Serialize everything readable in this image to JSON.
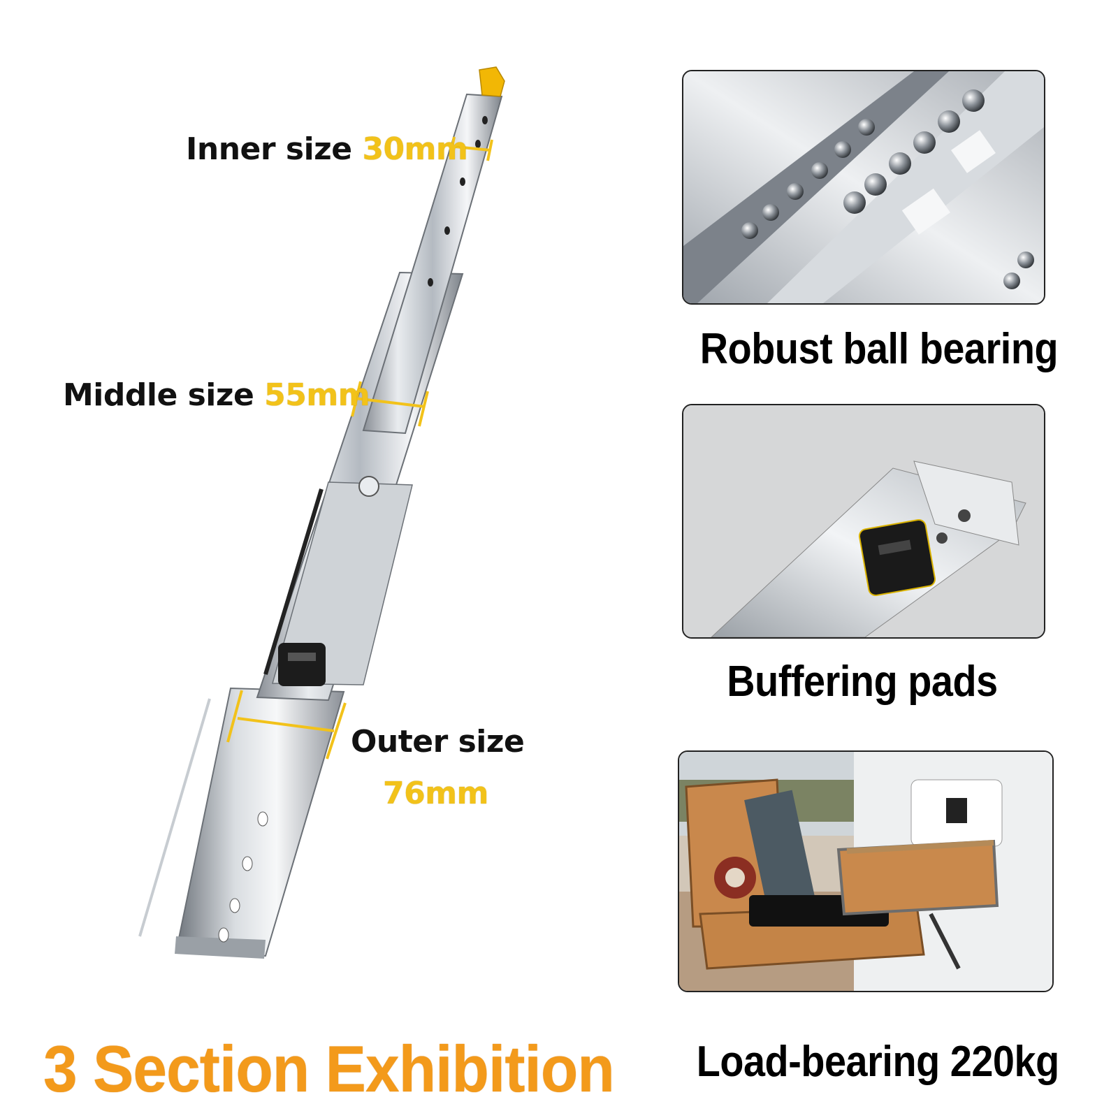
{
  "dimensions": {
    "inner": {
      "label": "Inner size",
      "value": "30mm"
    },
    "middle": {
      "label": "Middle size",
      "value": "55mm"
    },
    "outer": {
      "label": "Outer size",
      "value": "76mm"
    }
  },
  "main_caption": "3 Section Exhibition",
  "features": [
    {
      "caption": "Robust ball bearing",
      "icon": "ball-bearing-photo"
    },
    {
      "caption": "Buffering pads",
      "icon": "buffer-pad-photo"
    },
    {
      "caption": "Load-bearing 220kg",
      "icon": "trailer-drawer-photo"
    }
  ],
  "colors": {
    "accent_yellow": "#f2c21a",
    "title_orange": "#f39a1b",
    "text": "#111111"
  }
}
